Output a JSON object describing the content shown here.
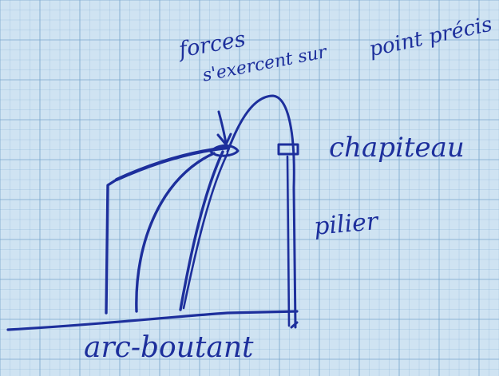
{
  "colors": {
    "paper": "#cfe3f2",
    "grid_line": "#7aa6cc",
    "ink": "#1d2f9c"
  },
  "labels": {
    "forces": "forces",
    "exercent": "s'exercent sur",
    "point_precis": "point précis",
    "chapiteau": "chapiteau",
    "pilier": "pilier",
    "arc_boutant": "arc-boutant"
  }
}
